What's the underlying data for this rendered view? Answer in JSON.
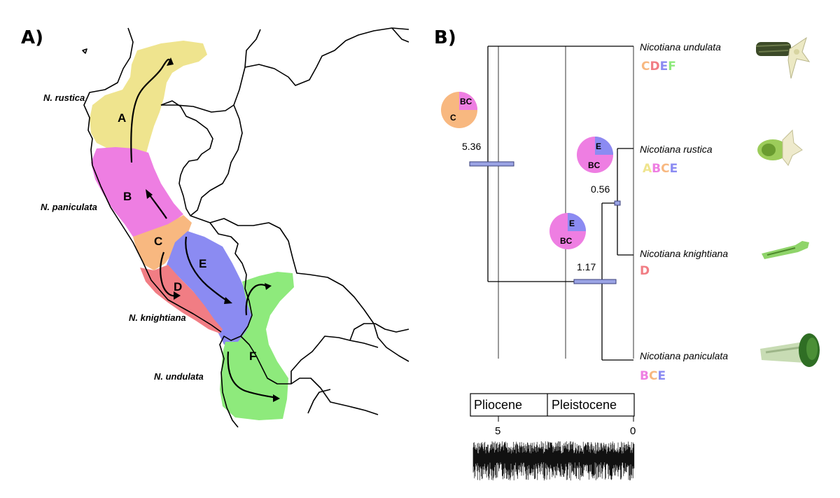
{
  "panels": {
    "a": "A)",
    "b": "B)"
  },
  "colors": {
    "A": "#efe48e",
    "B": "#ee7ee2",
    "C": "#f8b880",
    "D": "#f17d84",
    "E": "#8b8bf2",
    "F": "#8eea7c",
    "hpd_bar": "#9aa3e4"
  },
  "map": {
    "regions": [
      "A",
      "B",
      "C",
      "D",
      "E",
      "F"
    ],
    "species_labels": [
      "N. rustica",
      "N. paniculata",
      "N. knightiana",
      "N. undulata"
    ]
  },
  "tree": {
    "taxa": [
      {
        "name": "Nicotiana undulata",
        "areas": [
          "C",
          "D",
          "E",
          "F"
        ],
        "flower_icon": "flower-icon"
      },
      {
        "name": "Nicotiana rustica",
        "areas": [
          "A",
          "B",
          "C",
          "E"
        ],
        "flower_icon": "flower-icon"
      },
      {
        "name": "Nicotiana knightiana",
        "areas": [
          "D"
        ],
        "flower_icon": "flower-icon"
      },
      {
        "name": "Nicotiana paniculata",
        "areas": [
          "B",
          "C",
          "E"
        ],
        "flower_icon": "flower-icon"
      }
    ],
    "nodes": [
      {
        "age": "5.36",
        "pie": [
          {
            "label": "BC",
            "fraction": 0.25
          },
          {
            "label": "C",
            "fraction": 0.75
          }
        ]
      },
      {
        "age": "0.56",
        "pie": [
          {
            "label": "E",
            "fraction": 0.25
          },
          {
            "label": "BC",
            "fraction": 0.75
          }
        ]
      },
      {
        "age": "1.17",
        "pie": [
          {
            "label": "E",
            "fraction": 0.25
          },
          {
            "label": "BC",
            "fraction": 0.75
          }
        ]
      }
    ],
    "epochs": [
      "Pliocene",
      "Pleistocene"
    ],
    "ticks": [
      "5",
      "0"
    ]
  }
}
